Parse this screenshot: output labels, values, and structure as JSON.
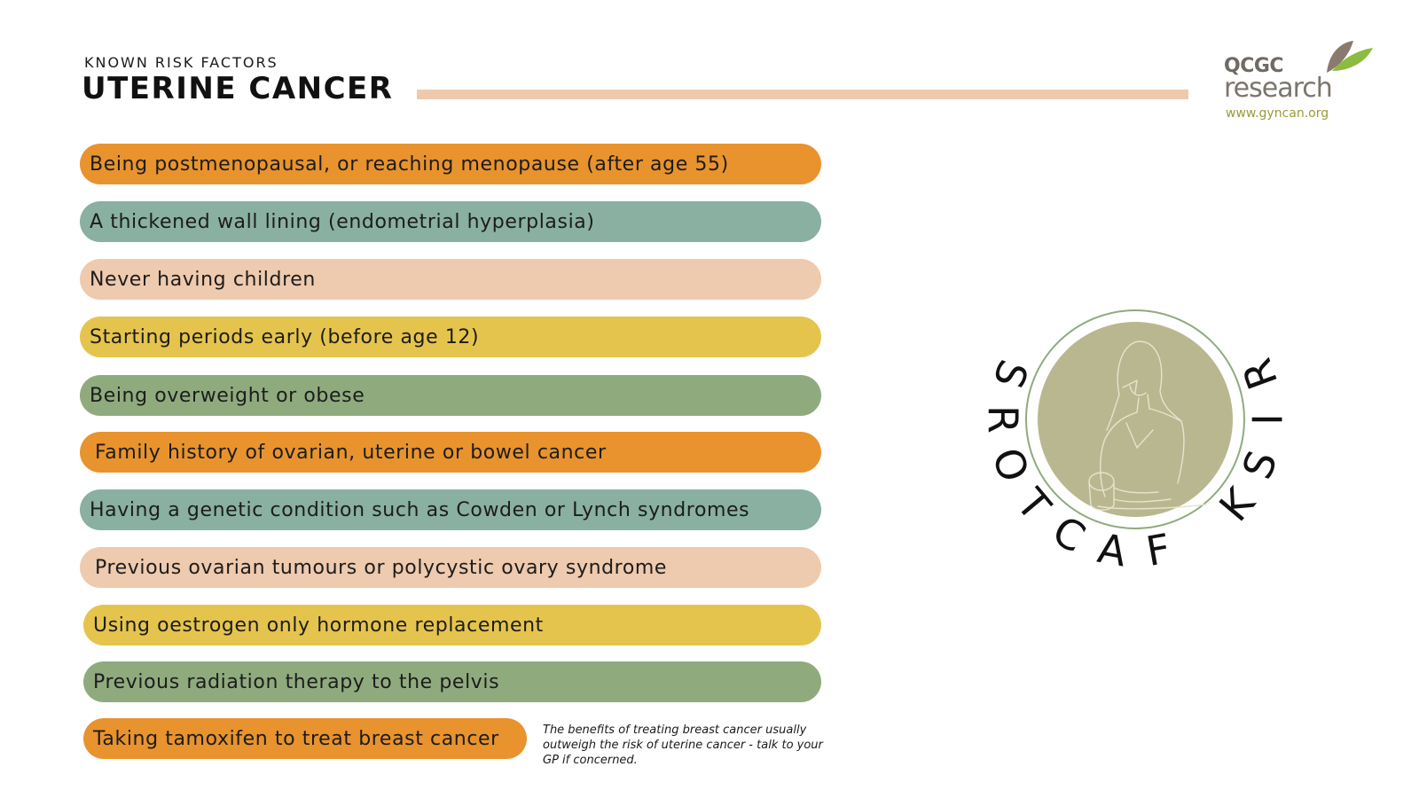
{
  "header": {
    "subtitle": "KNOWN RISK FACTORS",
    "title": "UTERINE CANCER"
  },
  "logo": {
    "line1": "QCGC",
    "line2": "research",
    "url": "www.gyncan.org"
  },
  "risk_factors": [
    {
      "label": "Being postmenopausal, or reaching menopause (after age 55)",
      "color": "#e8932e"
    },
    {
      "label": "A thickened wall lining (endometrial hyperplasia)",
      "color": "#89b0a1"
    },
    {
      "label": "Never having children",
      "color": "#eecaae"
    },
    {
      "label": "Starting periods early (before age 12)",
      "color": "#e5c44e"
    },
    {
      "label": "Being overweight or obese",
      "color": "#8fab7e"
    },
    {
      "label": "Family history of ovarian, uterine or bowel cancer",
      "color": "#e8932e"
    },
    {
      "label": "Having a genetic condition such as Cowden or Lynch syndromes",
      "color": "#89b0a1"
    },
    {
      "label": "Previous ovarian tumours or polycystic ovary syndrome",
      "color": "#eecaae"
    },
    {
      "label": "Using oestrogen only hormone replacement",
      "color": "#e5c44e"
    },
    {
      "label": "Previous radiation therapy to the pelvis",
      "color": "#8fab7e"
    },
    {
      "label": "Taking tamoxifen to treat breast cancer",
      "color": "#e8932e"
    }
  ],
  "note": "The benefits of treating breast cancer usually outweigh the risk of uterine cancer - talk to your GP if concerned.",
  "emblem": {
    "curved_text": "RISK FACTORS",
    "circle_color": "#b9b78f",
    "ring_color": "#8fab7e"
  }
}
